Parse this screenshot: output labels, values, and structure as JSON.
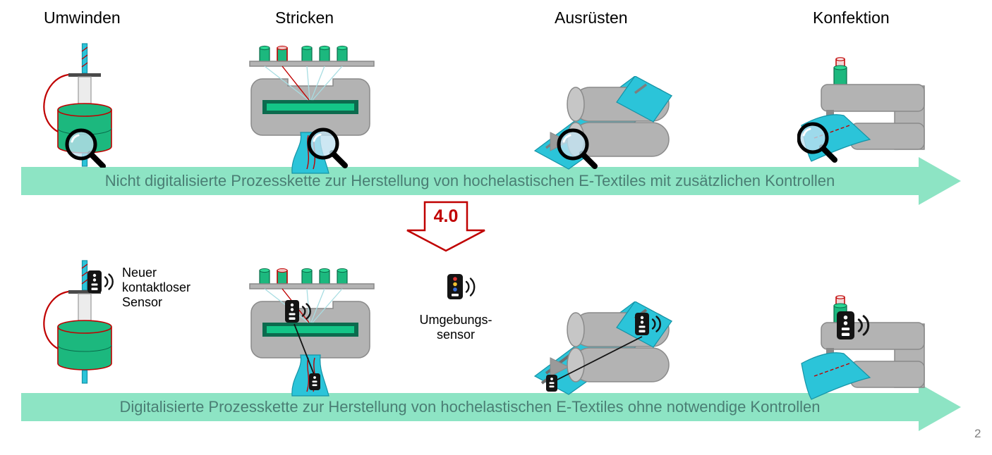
{
  "page_number": "2",
  "colors": {
    "arrow_fill": "#8DE4C4",
    "arrow_text": "#4A7E74",
    "accent_red": "#C00000",
    "machine_gray": "#B3B3B3",
    "machine_gray_stroke": "#8A8A8A",
    "spool_green": "#1CB87E",
    "spool_green_dark": "#0A6B4A",
    "bed_dark_green": "#0C6B4E",
    "bed_bright_green": "#14C587",
    "fabric_teal": "#2BC4D9",
    "fabric_teal_stroke": "#1593A6",
    "thread_light": "#A8DDE2",
    "sensor_black": "#141414"
  },
  "top_chain": {
    "stages": [
      {
        "label": "Umwinden"
      },
      {
        "label": "Stricken"
      },
      {
        "label": "Ausrüsten"
      },
      {
        "label": "Konfektion"
      }
    ],
    "arrow_text": "Nicht digitalisierte Prozesskette zur Herstellung von hochelastischen E-Textiles mit zusätzlichen Kontrollen"
  },
  "transition": {
    "label": "4.0"
  },
  "bottom_chain": {
    "new_sensor_label": "Neuer kontaktloser Sensor",
    "environment_sensor_label": "Umgebungs-sensor",
    "arrow_text": "Digitalisierte Prozesskette zur Herstellung von hochelastischen E-Textiles ohne notwendige Kontrollen"
  }
}
